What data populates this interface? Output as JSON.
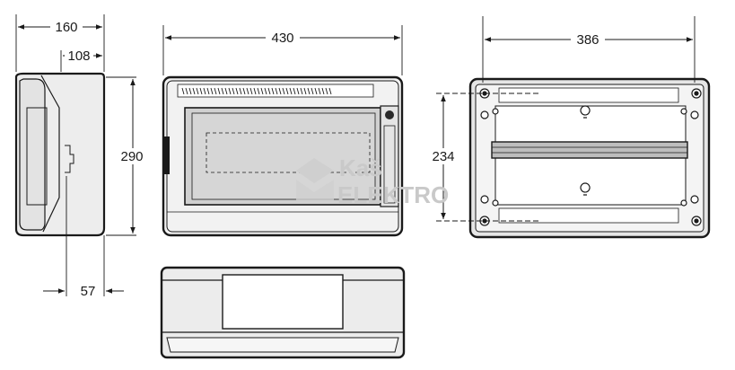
{
  "dimensions": {
    "side_depth": "160",
    "side_inner_depth": "108",
    "side_offset": "57",
    "front_height": "290",
    "front_width": "430",
    "back_width": "386",
    "back_height": "234"
  },
  "watermark": {
    "line1": "Kaš",
    "line2": "ELEKTRO"
  },
  "colors": {
    "line": "#1a1a1a",
    "body_fill": "#e6e6e6",
    "door_fill": "#c8c8c8",
    "rail_fill": "#bdbdbd",
    "watermark": "#c9c9c9"
  }
}
